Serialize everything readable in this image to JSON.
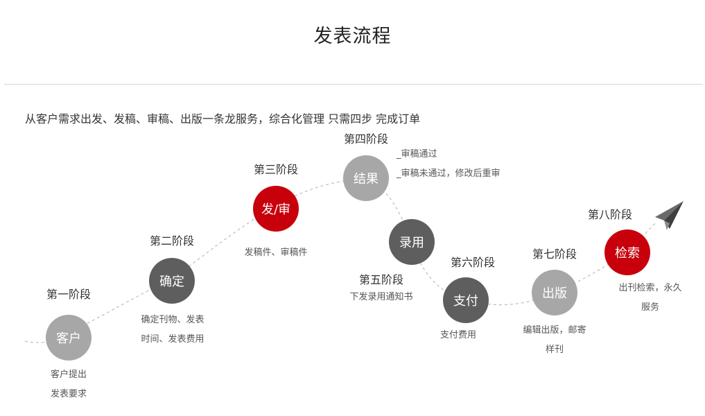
{
  "header": {
    "title": "发表流程",
    "subtitle": "从客户需求出发、发稿、审稿、出版一条龙服务，综合化管理  只需四步  完成订单"
  },
  "stages": [
    {
      "label": "第一阶段",
      "node": "客户",
      "desc": [
        "客户提出",
        "发表要求"
      ]
    },
    {
      "label": "第二阶段",
      "node": "确定",
      "desc": [
        "确定刊物、发表",
        "时间、发表费用"
      ]
    },
    {
      "label": "第三阶段",
      "node": "发/审",
      "desc": [
        "发稿件、审稿件"
      ]
    },
    {
      "label": "第四阶段",
      "node": "结果",
      "desc": [
        "_审稿通过",
        "_审稿未通过，修改后重审"
      ]
    },
    {
      "label": "第五阶段",
      "node": "录用",
      "desc": [
        "下发录用通知书"
      ]
    },
    {
      "label": "第六阶段",
      "node": "支付",
      "desc": [
        "支付费用"
      ]
    },
    {
      "label": "第七阶段",
      "node": "出版",
      "desc": [
        "编辑出版，邮寄",
        "样刊"
      ]
    },
    {
      "label": "第八阶段",
      "node": "检索",
      "desc": [
        "出刊检索，永久",
        "服务"
      ]
    }
  ],
  "colors": {
    "red": "#c8000b",
    "dark_gray": "#5e5e5e",
    "light_gray": "#a7a7a7",
    "path": "#bdbdbd"
  },
  "icons": {
    "end": "paper-plane-icon"
  }
}
